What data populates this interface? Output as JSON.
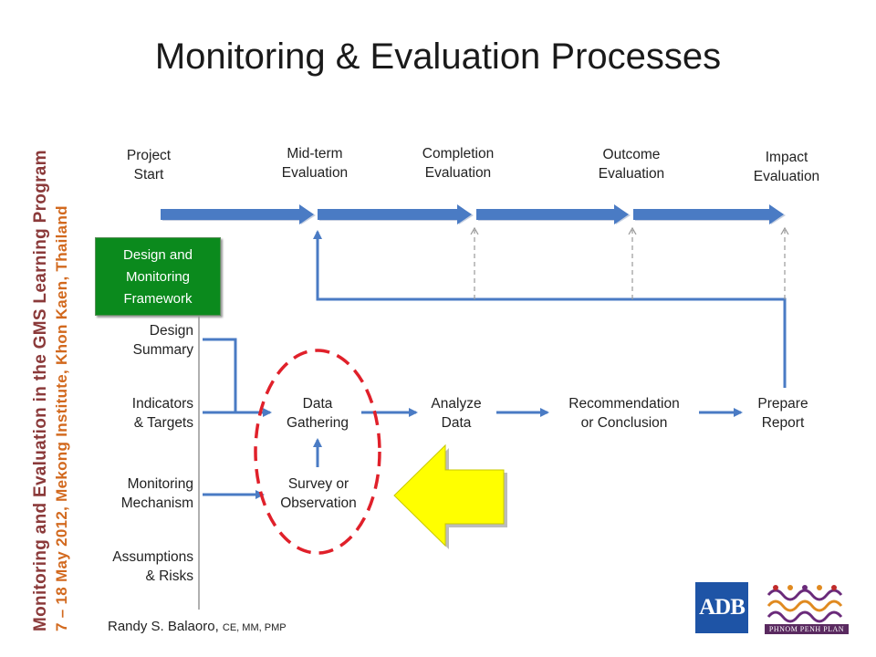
{
  "title": "Monitoring & Evaluation Processes",
  "side_text": {
    "line1": "Monitoring and Evaluation in the GMS Learning Program",
    "line2": "7 – 18 May 2012, Mekong Institute, Khon Kaen, Thailand"
  },
  "milestones": [
    {
      "label": "Project\nStart"
    },
    {
      "label": "Mid-term\nEvaluation"
    },
    {
      "label": "Completion\nEvaluation"
    },
    {
      "label": "Outcome\nEvaluation"
    },
    {
      "label": "Impact\nEvaluation"
    }
  ],
  "framework": {
    "header": "Design and\nMonitoring\nFramework",
    "items": [
      {
        "label": "Design\nSummary"
      },
      {
        "label": "Indicators\n& Targets"
      },
      {
        "label": "Monitoring\nMechanism"
      },
      {
        "label": "Assumptions\n& Risks"
      }
    ]
  },
  "process": {
    "data_gathering": "Data\nGathering",
    "analyze": "Analyze\nData",
    "recommendation": "Recommendation\nor Conclusion",
    "prepare_report": "Prepare\nReport",
    "survey": "Survey or\nObservation"
  },
  "author": {
    "name": "Randy S. Balaoro, ",
    "credentials": "CE, MM, PMP"
  },
  "logos": {
    "adb": "ADB",
    "ppp": "PHNOM PENH PLAN"
  },
  "colors": {
    "arrow": "#4a7bc4",
    "framework_box": "#0b8a1d",
    "highlight_arrow": "#ffff00",
    "dashed_circle": "#e0202a"
  }
}
